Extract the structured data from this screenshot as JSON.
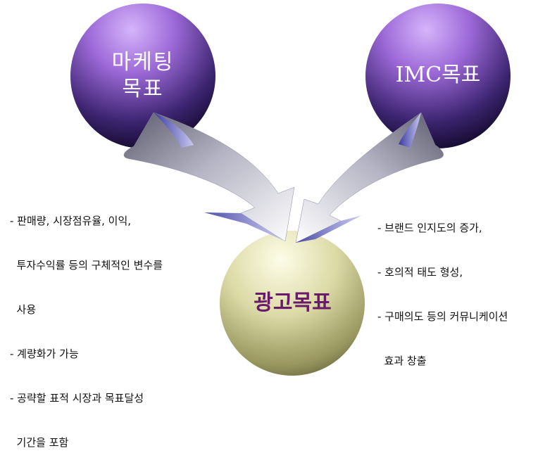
{
  "nodes": {
    "marketing": {
      "title_lines": [
        "마케팅",
        "목표"
      ]
    },
    "imc": {
      "title_lines": [
        "IMC목표"
      ]
    },
    "ad": {
      "title_lines": [
        "광고목표"
      ]
    }
  },
  "notes": {
    "left": [
      "- 판매량, 시장점유율, 이익,",
      "  투자수익률 등의 구체적인 변수를",
      "  사용",
      "- 계량화가 가능",
      "- 공략할 표적 시장과 목표달성",
      "  기간을 포함"
    ],
    "right": [
      "- 브랜드 인지도의 증가,",
      "- 호의적 태도 형성,",
      "- 구매의도 등의 커뮤니케이션",
      "  효과 창출"
    ]
  },
  "colors": {
    "top_circle_light": "#c89ef5",
    "top_circle_dark": "#1a0f3a",
    "bottom_circle_light": "#fbfbe0",
    "bottom_circle_dark": "#7a7848",
    "arrow_light": "#f4f4f8",
    "arrow_dark": "#6c6c80",
    "arrow_edge": "#7070c8",
    "top_title_color": "#ffffff",
    "bottom_title_color": "#6a1a6a"
  }
}
